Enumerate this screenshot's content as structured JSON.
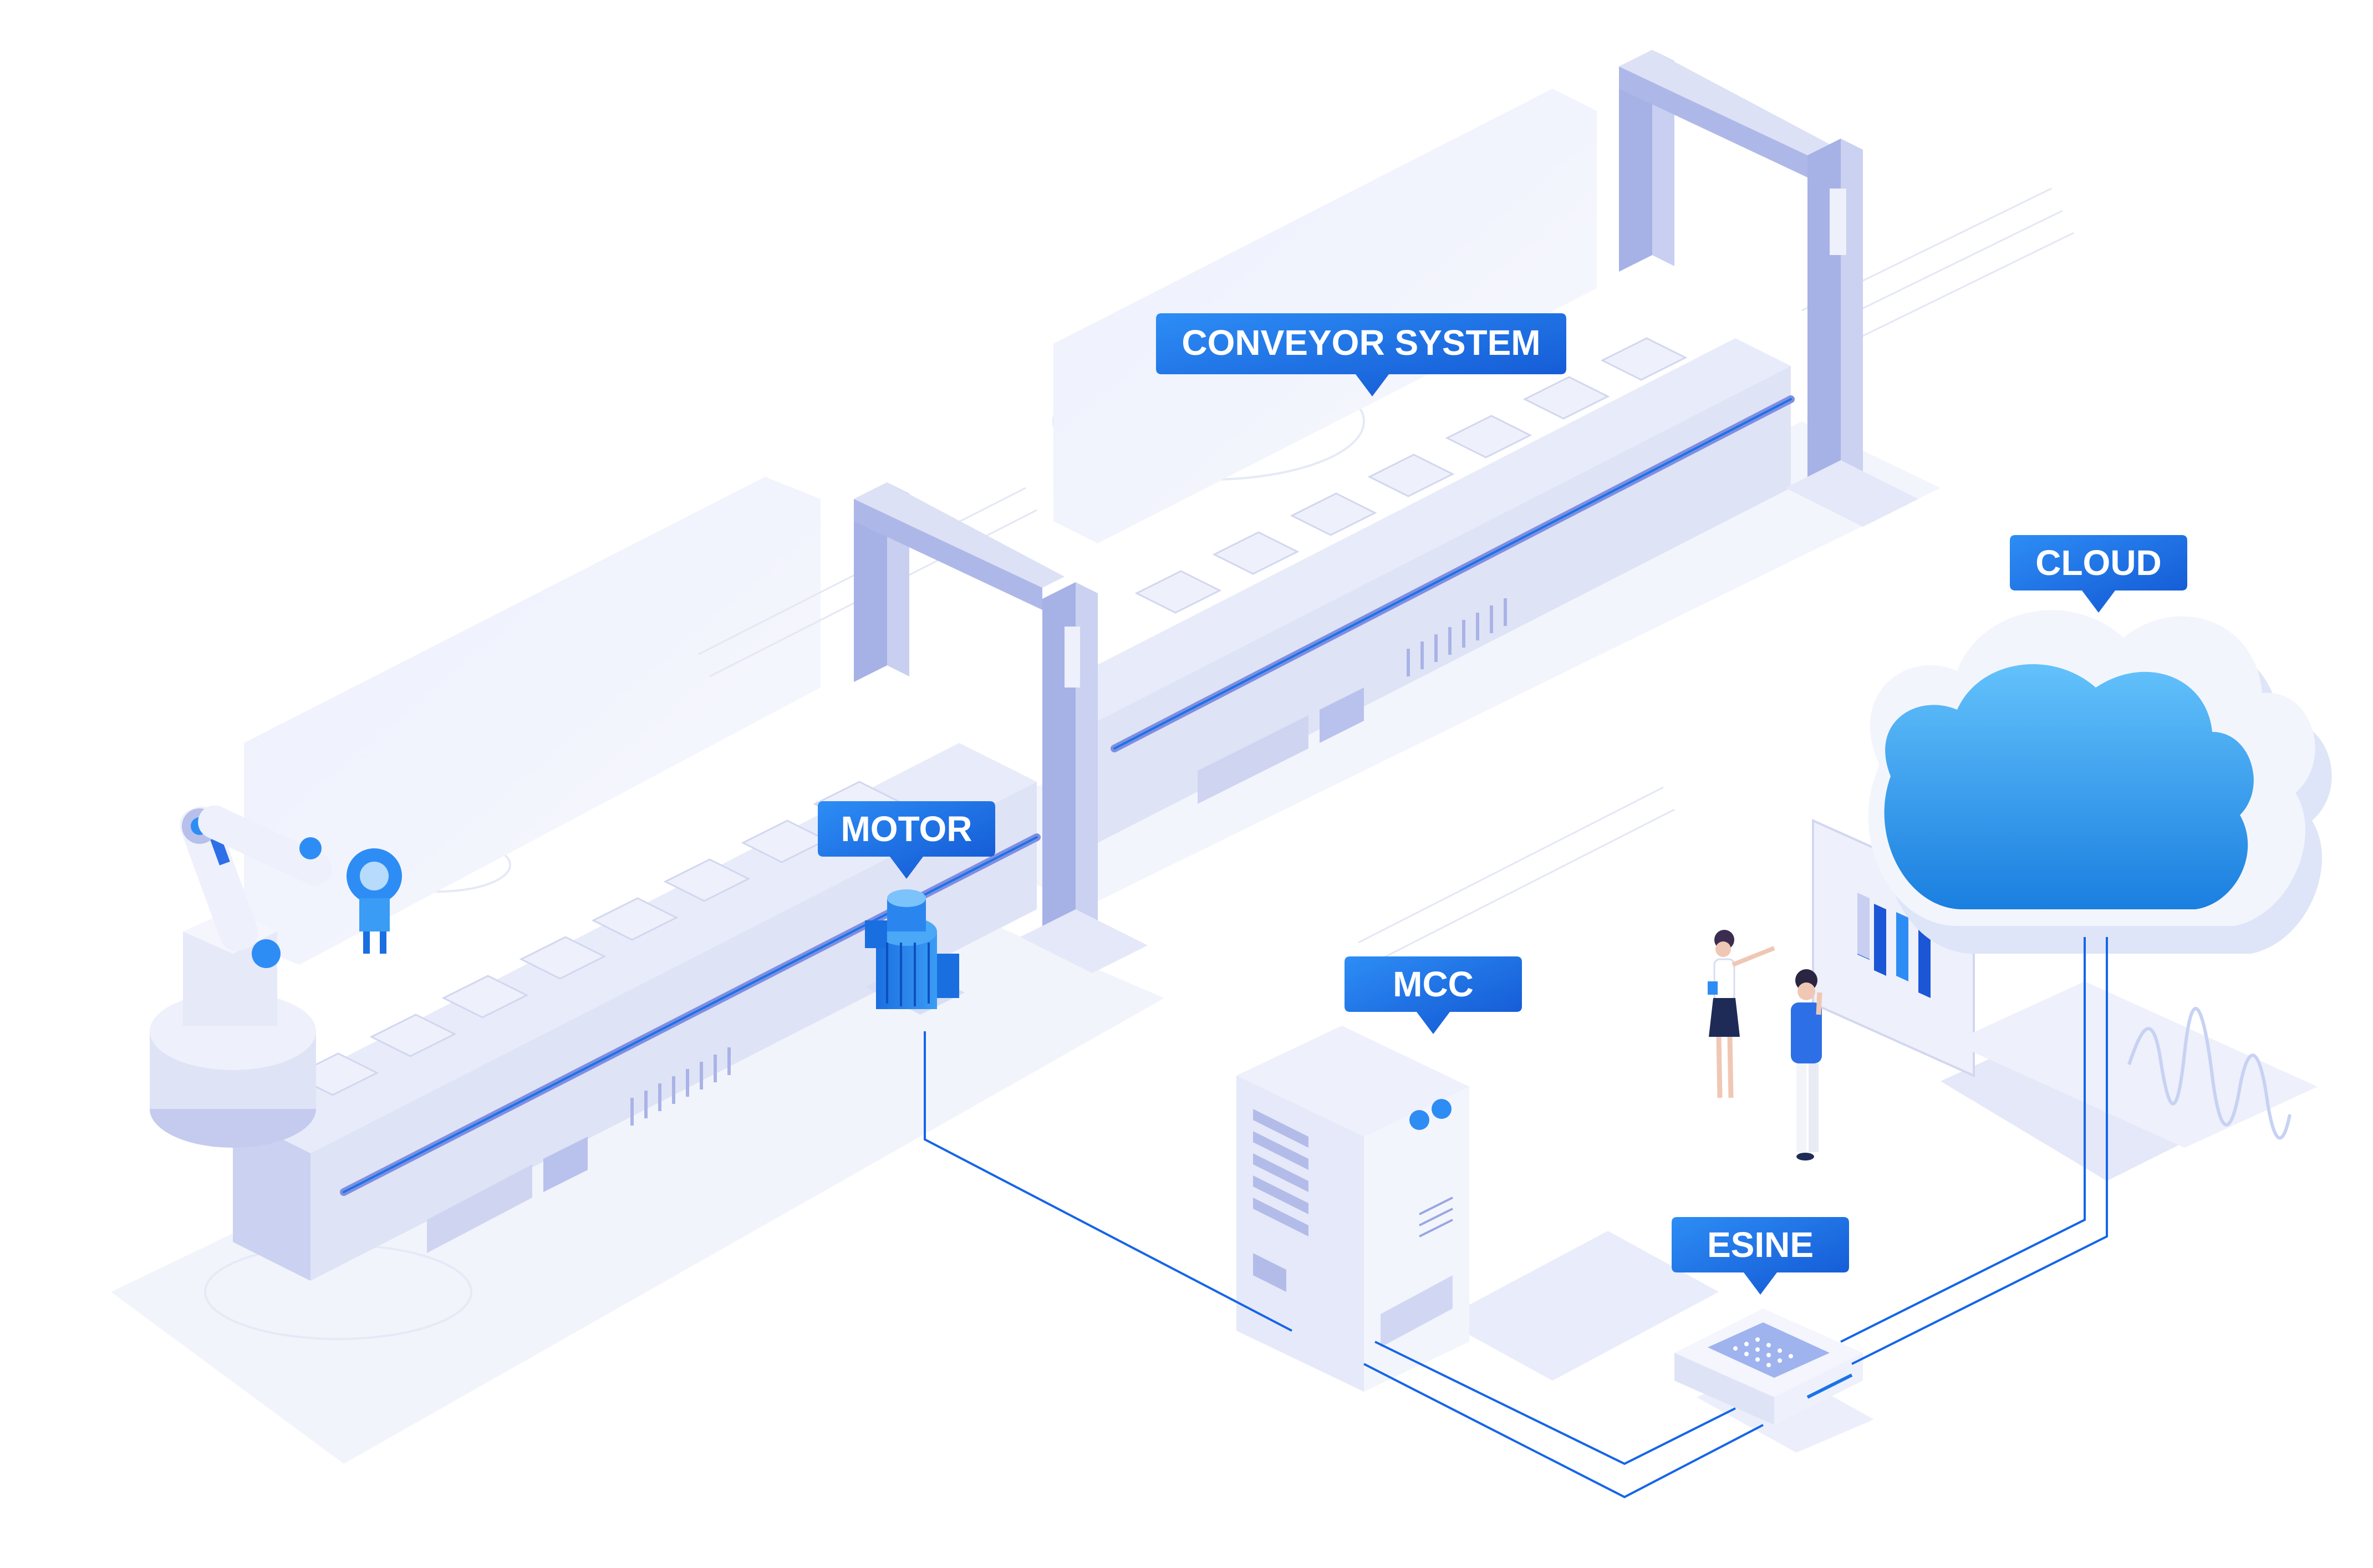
{
  "labels": {
    "conveyor_system": "CONVEYOR SYSTEM",
    "motor": "MOTOR",
    "mcc": "MCC",
    "cloud": "CLOUD",
    "esine": "ESINE"
  },
  "colors": {
    "label_bg_top": "#1e7bf0",
    "label_bg_bottom": "#1558d6",
    "accent_blue": "#1a73e8",
    "cloud_top": "#5ab8f7",
    "cloud_bottom": "#1a7fe0",
    "machine_light": "#eef0fb",
    "machine_mid": "#d4d9f3",
    "machine_dark": "#9aa6e2",
    "line_blue": "#1565e8"
  },
  "icons": [
    "robot-arm-icon",
    "motor-icon",
    "mcc-cabinet-icon",
    "cloud-icon",
    "esine-gateway-icon",
    "bar-chart-display-icon",
    "people-icon"
  ]
}
